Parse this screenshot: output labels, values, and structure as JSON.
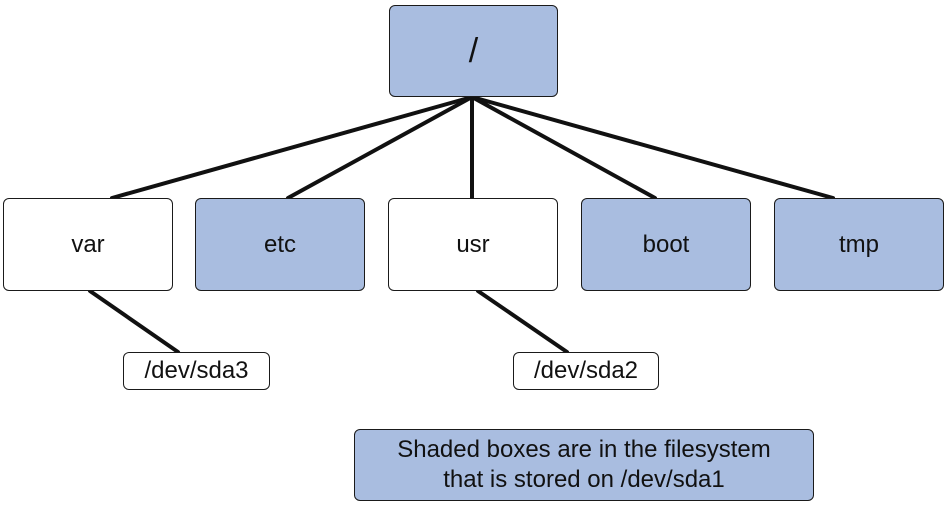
{
  "colors": {
    "shaded": "#a9bde0",
    "plain": "#ffffff",
    "line": "#111111"
  },
  "root": {
    "label": "/"
  },
  "dirs": [
    {
      "label": "var",
      "shaded": false
    },
    {
      "label": "etc",
      "shaded": true
    },
    {
      "label": "usr",
      "shaded": false
    },
    {
      "label": "boot",
      "shaded": true
    },
    {
      "label": "tmp",
      "shaded": true
    }
  ],
  "devices": {
    "var": "/dev/sda3",
    "usr": "/dev/sda2"
  },
  "legend": {
    "line1": "Shaded boxes are in the filesystem",
    "line2": "that is stored on /dev/sda1"
  }
}
